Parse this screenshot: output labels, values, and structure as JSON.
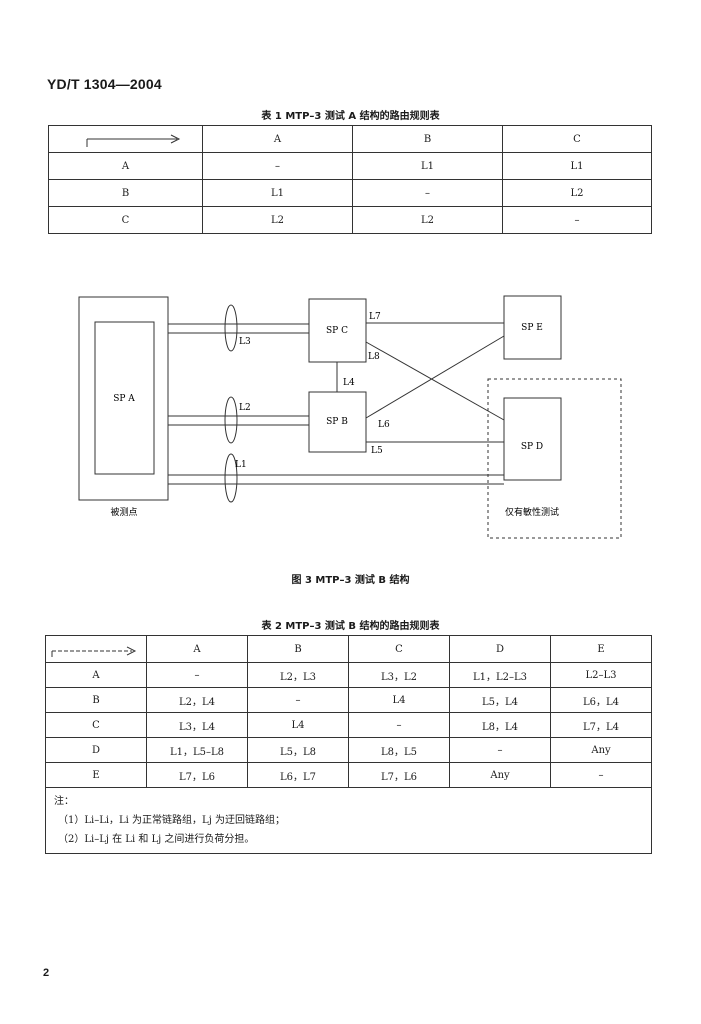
{
  "header": {
    "standard": "YD/T 1304—2004"
  },
  "table1": {
    "caption": "表 1   MTP–3 测试 A 结构的路由规则表",
    "columns": [
      "A",
      "B",
      "C"
    ],
    "rows": [
      {
        "label": "A",
        "cells": [
          "–",
          "L1",
          "L1"
        ]
      },
      {
        "label": "B",
        "cells": [
          "L1",
          "–",
          "L2"
        ]
      },
      {
        "label": "C",
        "cells": [
          "L2",
          "L2",
          "–"
        ]
      }
    ]
  },
  "figure3": {
    "caption": "图 3   MTP–3 测试 B 结构",
    "nodes": {
      "spa": "SP A",
      "spb": "SP B",
      "spc": "SP C",
      "spd": "SP D",
      "spe": "SP E"
    },
    "links": {
      "l1": "L1",
      "l2": "L2",
      "l3": "L3",
      "l4": "L4",
      "l5": "L5",
      "l6": "L6",
      "l7": "L7",
      "l8": "L8"
    },
    "under_test_label": "被测点",
    "sensitivity_label": "仅有敏性测试"
  },
  "table2": {
    "caption": "表 2   MTP–3 测试 B 结构的路由规则表",
    "columns": [
      "A",
      "B",
      "C",
      "D",
      "E"
    ],
    "rows": [
      {
        "label": "A",
        "cells": [
          "–",
          "L2，L3",
          "L3，L2",
          "L1，L2–L3",
          "L2–L3"
        ]
      },
      {
        "label": "B",
        "cells": [
          "L2，L4",
          "–",
          "L4",
          "L5，L4",
          "L6，L4"
        ]
      },
      {
        "label": "C",
        "cells": [
          "L3，L4",
          "L4",
          "–",
          "L8，L4",
          "L7，L4"
        ]
      },
      {
        "label": "D",
        "cells": [
          "L1，L5–L8",
          "L5，L8",
          "L8，L5",
          "–",
          "Any"
        ]
      },
      {
        "label": "E",
        "cells": [
          "L7，L6",
          "L6，L7",
          "L7，L6",
          "Any",
          "–"
        ]
      }
    ],
    "notes": {
      "title": "注：",
      "items": [
        "（1）Li–Li，Li 为正常链路组，Lj 为迂回链路组；",
        "（2）Li–Lj 在 Li 和 Lj 之间进行负荷分担。"
      ]
    }
  },
  "footer": {
    "page_number": "2"
  }
}
